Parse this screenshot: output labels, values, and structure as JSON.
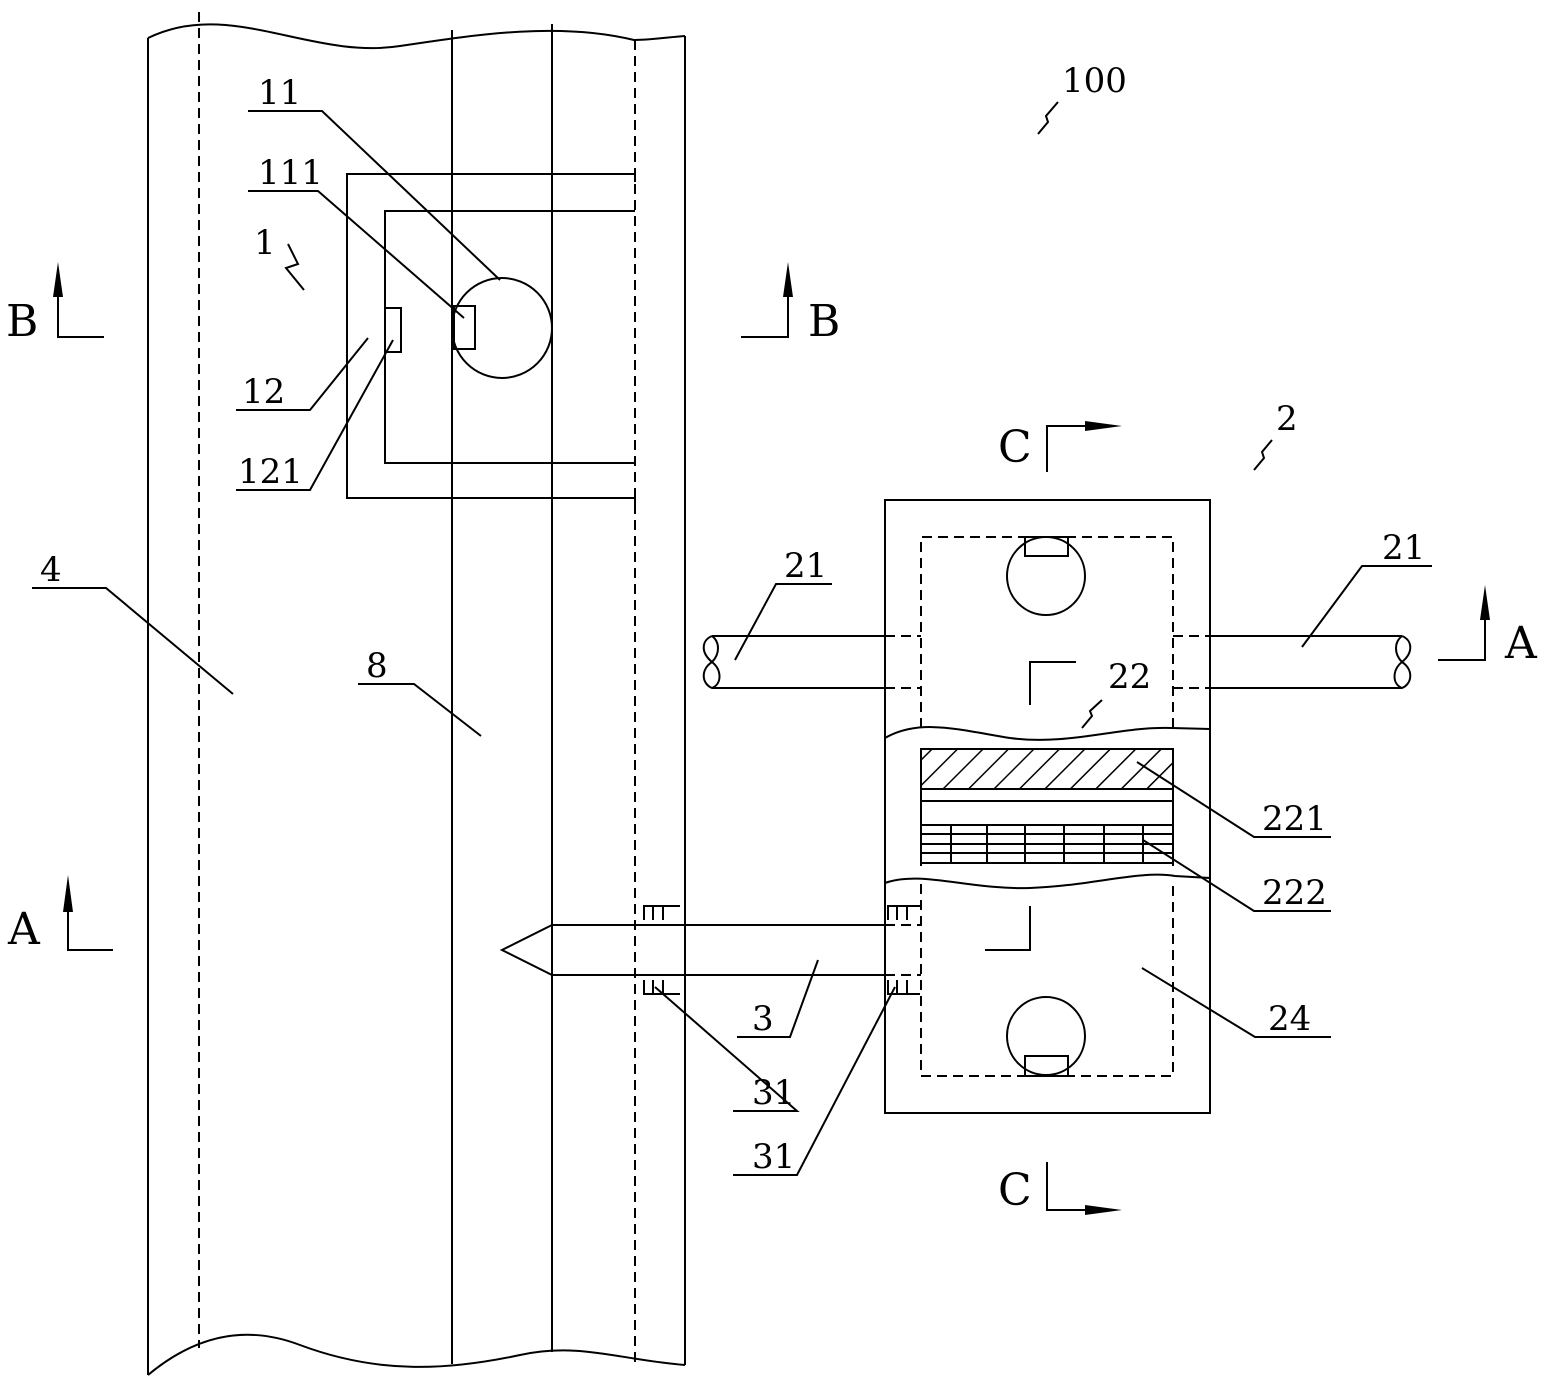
{
  "reference_numerals": {
    "assembly": "100",
    "part_1": "1",
    "part_11": "11",
    "part_111": "111",
    "part_12": "12",
    "part_121": "121",
    "part_4": "4",
    "part_8": "8",
    "part_2": "2",
    "part_21_left": "21",
    "part_21_right": "21",
    "part_22": "22",
    "part_221": "221",
    "part_222": "222",
    "part_24": "24",
    "part_3": "3",
    "part_31_upper": "31",
    "part_31_lower": "31"
  },
  "section_markers": {
    "b_left": "B",
    "b_right": "B",
    "a_left": "A",
    "a_right": "A",
    "c_top": "C",
    "c_bottom": "C"
  },
  "colors": {
    "line": "#000000",
    "background": "#ffffff"
  }
}
